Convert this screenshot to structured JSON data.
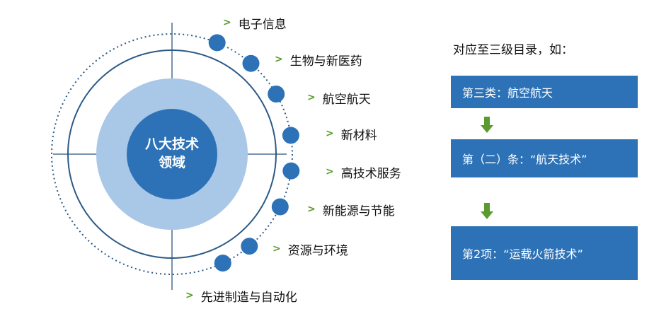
{
  "center": {
    "line1": "八大技术",
    "line2": "领域"
  },
  "fields": [
    {
      "label": "电子信息"
    },
    {
      "label": "生物与新医药"
    },
    {
      "label": "航空航天"
    },
    {
      "label": "新材料"
    },
    {
      "label": "高技术服务"
    },
    {
      "label": "新能源与节能"
    },
    {
      "label": "资源与环境"
    },
    {
      "label": "先进制造与自动化"
    }
  ],
  "right": {
    "title": "对应至三级目录，如：",
    "boxes": [
      {
        "label": "第三类：航空航天"
      },
      {
        "label": "第（二）条：“航天技术”"
      },
      {
        "label": "第2项：“运载火箭技术”"
      }
    ]
  },
  "colors": {
    "dark_blue": "#2d72b7",
    "light_blue": "#a9c7e6",
    "arrow_green": "#5a9b2f",
    "line": "#2c5a86"
  }
}
